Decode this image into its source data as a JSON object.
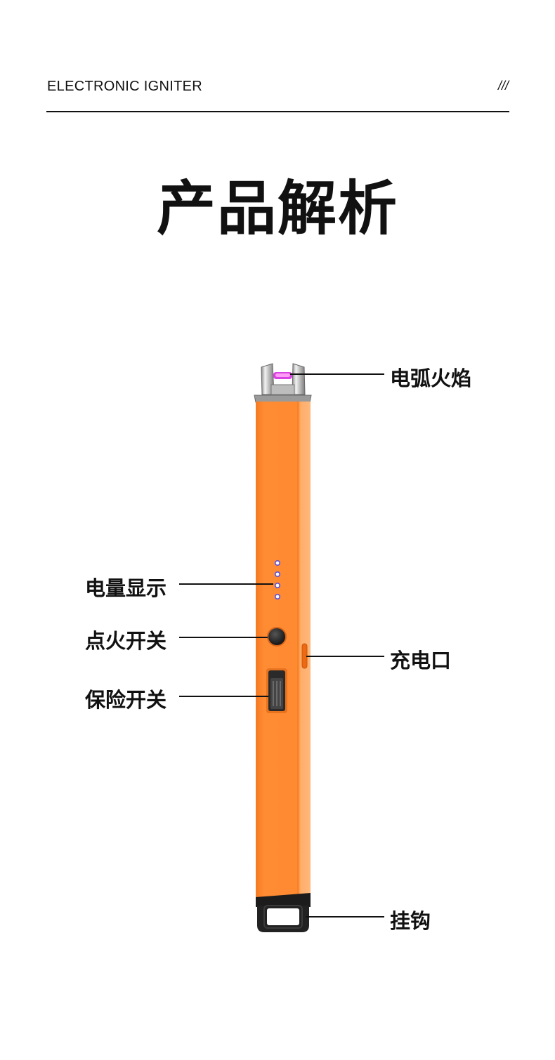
{
  "header": {
    "brand": "ELECTRONIC IGNITER",
    "decoration": "///"
  },
  "title": "产品解析",
  "callouts": {
    "arc_flame": "电弧火焰",
    "battery_indicator": "电量显示",
    "ignition_switch": "点火开关",
    "safety_switch": "保险开关",
    "charging_port": "充电口",
    "hook": "挂钩"
  },
  "colors": {
    "body": "#ff8a2e",
    "body_highlight": "#ffb26e",
    "arc": "#d52de0",
    "indicator_dots": "#5a52e0",
    "metal": "#cfcfcf",
    "hook": "#1c1c1c"
  }
}
